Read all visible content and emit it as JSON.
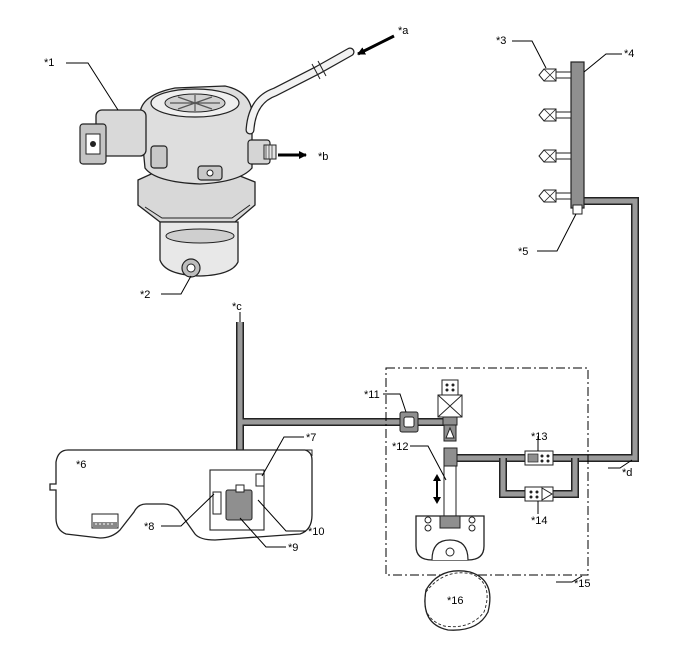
{
  "callouts": {
    "c1": "*1",
    "c2": "*2",
    "c3": "*3",
    "c4": "*4",
    "c5": "*5",
    "c6": "*6",
    "c7": "*7",
    "c8": "*8",
    "c9": "*9",
    "c10": "*10",
    "c11": "*11",
    "c12": "*12",
    "c13": "*13",
    "c14": "*14",
    "c15": "*15",
    "c16": "*16",
    "ca": "*a",
    "cb": "*b",
    "cc": "*c",
    "cd": "*d"
  },
  "icons": {
    "flow_arrow": "arrow-icon",
    "reciprocate": "double-arrow-icon"
  }
}
